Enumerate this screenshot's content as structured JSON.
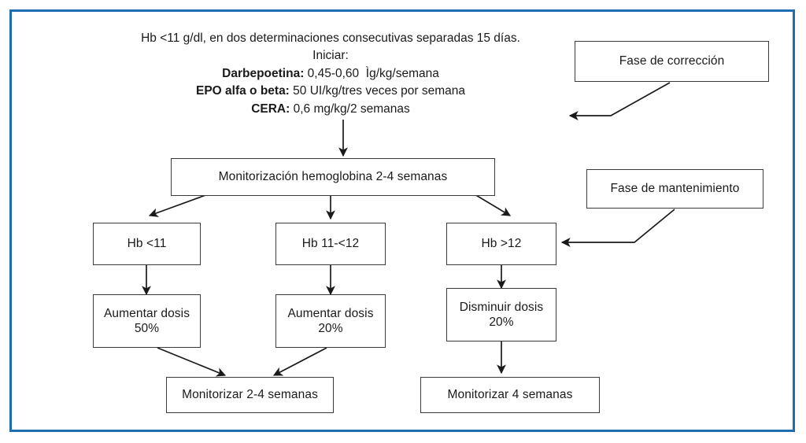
{
  "figure": {
    "kind": "clinical-flowchart",
    "language": "es",
    "frame_color": "#1f6cb0",
    "box_border_color": "#3a3a3a",
    "text_color": "#1a1a1a",
    "background": "#ffffff"
  },
  "header": {
    "line1": "Hb <11 g/dl, en dos determinaciones consecutivas separadas 15 días.",
    "line2": "Iniciar:",
    "drugs": [
      {
        "name": "Darbepoetina:",
        "dose": " 0,45-0,60  Ìg/kg/semana"
      },
      {
        "name": "EPO alfa o beta:",
        "dose": " 50 UI/kg/tres veces por semana"
      },
      {
        "name": "CERA:",
        "dose": " 0,6 mg/kg/2 semanas"
      }
    ]
  },
  "phases": {
    "correction": "Fase de corrección",
    "maintenance": "Fase de mantenimiento"
  },
  "nodes": {
    "monitor_top": "Monitorización hemoglobina 2-4 semanas",
    "hb_low": "Hb <11",
    "hb_mid": "Hb 11-<12",
    "hb_high": "Hb >12",
    "dose_low": "Aumentar dosis\n50%",
    "dose_mid": "Aumentar dosis\n20%",
    "dose_high": "Disminuir dosis\n20%",
    "monitor_left": "Monitorizar 2-4 semanas",
    "monitor_right": "Monitorizar 4 semanas"
  }
}
